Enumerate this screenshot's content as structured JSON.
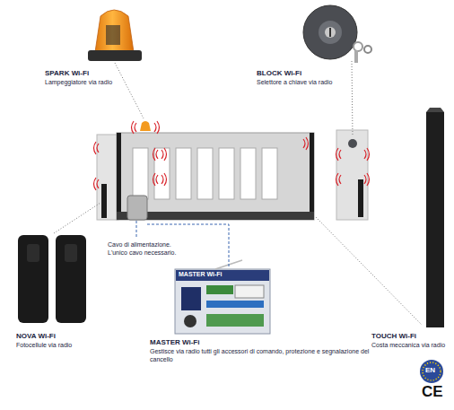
{
  "diagram": {
    "nodes": [
      {
        "text": [
          "SPARK Wi-Fi",
          "Lampeggiatore via radio"
        ]
      },
      {
        "text": [
          "BLOCK Wi-Fi",
          "Selettore a chiave via radio"
        ]
      },
      {
        "text": [
          "Cavo di alimentazione. L'unico cavo necessario."
        ]
      },
      {
        "text": [
          "NOVA Wi-Fi",
          "Fotocellule via radio"
        ]
      },
      {
        "text": [
          "MASTER Wi-Fi",
          "Gestisce via radio tutti gli accessori di comando, protezione e segnalazione del cancello"
        ]
      },
      {
        "text": [
          "TOUCH Wi-Fi",
          "Costa meccanica via radio"
        ]
      }
    ],
    "labels": [
      "MASTER Wi-Fi",
      "EN",
      "CE"
    ]
  }
}
